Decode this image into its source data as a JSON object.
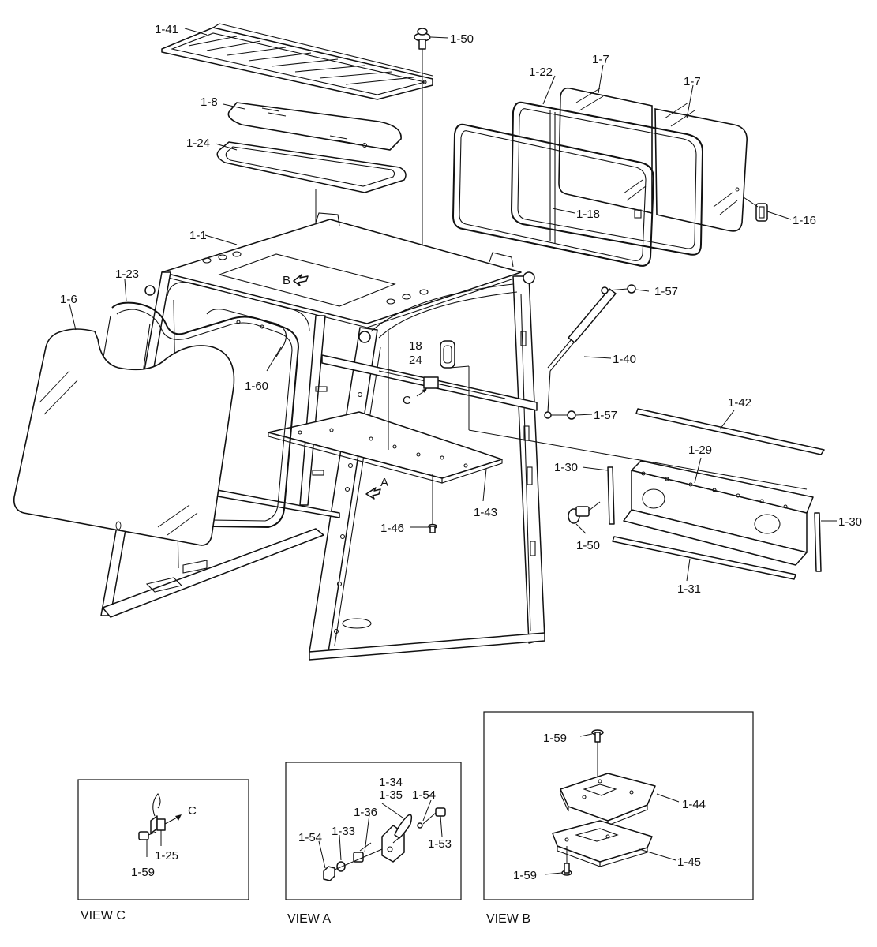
{
  "labels": {
    "l_1_41": "1-41",
    "l_1_50_top": "1-50",
    "l_1_8": "1-8",
    "l_1_24": "1-24",
    "l_1_22": "1-22",
    "l_1_7_a": "1-7",
    "l_1_7_b": "1-7",
    "l_1_18": "1-18",
    "l_1_16": "1-16",
    "l_1_1": "1-1",
    "l_1_23": "1-23",
    "l_1_6": "1-6",
    "l_b": "B",
    "l_1_60": "1-60",
    "l_18": "18",
    "l_24": "24",
    "l_c": "C",
    "l_1_57_a": "1-57",
    "l_1_40": "1-40",
    "l_1_57_b": "1-57",
    "l_1_42": "1-42",
    "l_1_29": "1-29",
    "l_1_30_a": "1-30",
    "l_1_30_b": "1-30",
    "l_a": "A",
    "l_1_43": "1-43",
    "l_1_46": "1-46",
    "l_1_50_bot": "1-50",
    "l_1_31": "1-31",
    "l_vc_c": "C",
    "l_vc_1_25": "1-25",
    "l_vc_1_59": "1-59",
    "l_va_1_34": "1-34",
    "l_va_1_35": "1-35",
    "l_va_1_54_a": "1-54",
    "l_va_1_36": "1-36",
    "l_va_1_33": "1-33",
    "l_va_1_54_b": "1-54",
    "l_va_1_53": "1-53",
    "l_vb_1_59_a": "1-59",
    "l_vb_1_44": "1-44",
    "l_vb_1_45": "1-45",
    "l_vb_1_59_b": "1-59"
  },
  "captions": {
    "view_c": "VIEW C",
    "view_a": "VIEW A",
    "view_b": "VIEW B"
  }
}
